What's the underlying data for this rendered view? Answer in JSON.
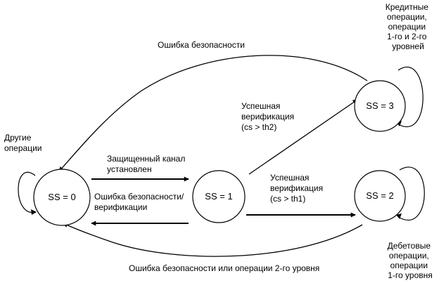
{
  "states": {
    "s0": "SS = 0",
    "s1": "SS = 1",
    "s2": "SS = 2",
    "s3": "SS = 3"
  },
  "labels": {
    "other_ops": [
      "Другие",
      "операции"
    ],
    "credit_ops": [
      "Кредитные",
      "операции,",
      "операции",
      "1-го  и  2-го",
      "уровней"
    ],
    "debit_ops": [
      "Дебетовые",
      "операции,",
      "операции",
      "1-го уровня"
    ],
    "security_error_top": "Ошибка безопасности",
    "secure_channel": [
      "Защищенный  канал",
      "установлен"
    ],
    "security_verification_error": [
      "Ошибка  безопасности/",
      "верификации"
    ],
    "success_th2": [
      "Успешная",
      "верификация",
      "(cs > th2)"
    ],
    "success_th1": [
      "Успешная",
      "верификация",
      "(cs > th1)"
    ],
    "security_error_bottom": "Ошибка безопасности или операции 2-го уровня"
  }
}
